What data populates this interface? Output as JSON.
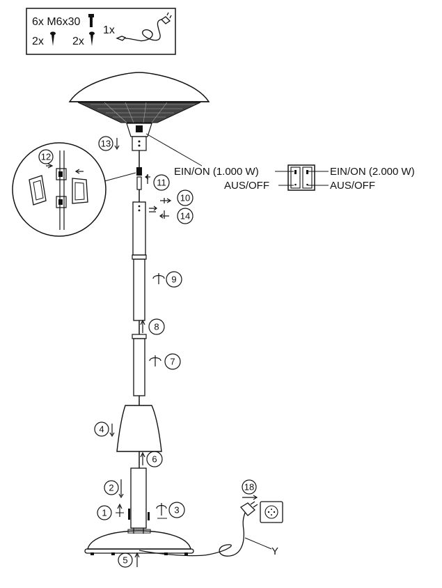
{
  "hardware": {
    "bolts": "6x M6x30",
    "screws_a": "2x",
    "screws_b": "2x",
    "cable": "1x"
  },
  "switch": {
    "on_left": "EIN/ON (1.000 W)",
    "on_right": "EIN/ON (2.000 W)",
    "off_left": "AUS/OFF",
    "off_right": "AUS/OFF"
  },
  "steps": {
    "s1": "1",
    "s2": "2",
    "s3": "3",
    "s4": "4",
    "s5": "5",
    "s6": "6",
    "s7": "7",
    "s8": "8",
    "s9": "9",
    "s10": "10",
    "s11": "11",
    "s12": "12",
    "s13": "13",
    "s14": "14",
    "s18": "18"
  },
  "labels": {
    "cable_y": "Y"
  }
}
